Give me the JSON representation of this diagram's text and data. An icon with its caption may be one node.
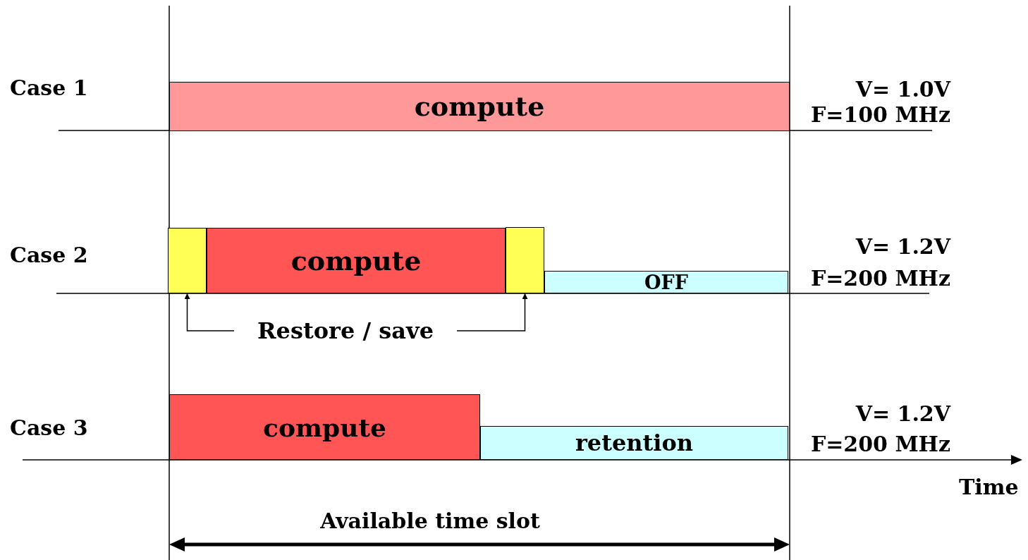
{
  "diagram": {
    "nodes": [
      {
        "text": [
          "compute"
        ]
      },
      {
        "text": [],
        "shape": "box"
      },
      {
        "text": [
          "compute"
        ]
      },
      {
        "text": [],
        "shape": "box"
      },
      {
        "text": [
          "OFF"
        ]
      },
      {
        "text": [
          "Restore / save"
        ]
      },
      {
        "text": [
          "compute"
        ]
      },
      {
        "text": [
          "retention"
        ]
      }
    ],
    "edges": [
      {
        "from": 5,
        "to": 1,
        "arrow": "to"
      },
      {
        "from": 5,
        "to": 3,
        "arrow": "to"
      }
    ],
    "labels": [
      "Case 1",
      "V= 1.0V",
      "F=100 MHz",
      "Case 2",
      "V= 1.2V",
      "F=200 MHz",
      "Case 3",
      "V= 1.2V",
      "F=200 MHz",
      "Time",
      "Available time slot"
    ]
  }
}
